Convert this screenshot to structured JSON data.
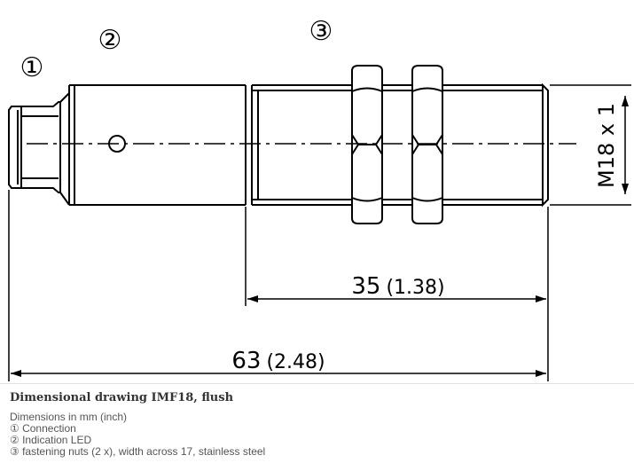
{
  "drawing": {
    "callouts": [
      "①",
      "②",
      "③"
    ],
    "thread_label": "M18 x 1",
    "dim_short": {
      "value": "35",
      "inch": "(1.38)"
    },
    "dim_long": {
      "value": "63",
      "inch": "(2.48)"
    }
  },
  "caption": {
    "title": "Dimensional drawing IMF18, flush",
    "lines": [
      "Dimensions in mm (inch)",
      "① Connection",
      "② Indication LED",
      "③ fastening nuts (2 x), width across 17, stainless steel"
    ]
  }
}
